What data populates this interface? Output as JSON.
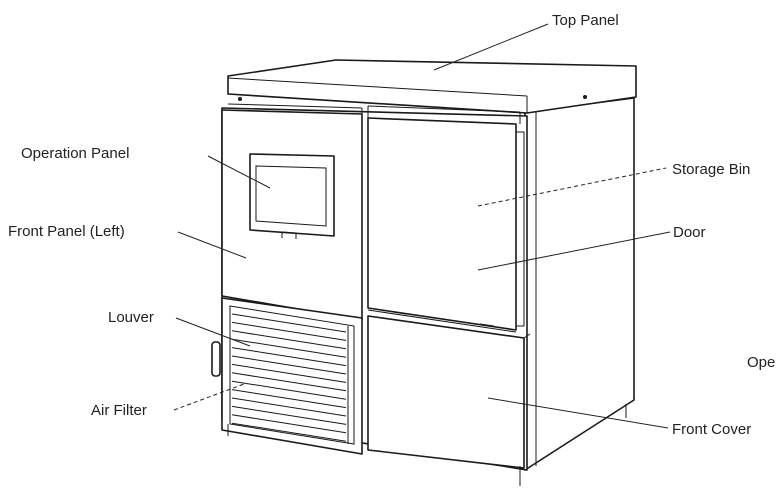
{
  "labels": {
    "top_panel": "Top Panel",
    "operation_panel": "Operation Panel",
    "storage_bin": "Storage Bin",
    "front_panel_left": "Front Panel (Left)",
    "door": "Door",
    "louver": "Louver",
    "ope_cut": "Ope",
    "air_filter": "Air Filter",
    "front_cover": "Front Cover"
  }
}
